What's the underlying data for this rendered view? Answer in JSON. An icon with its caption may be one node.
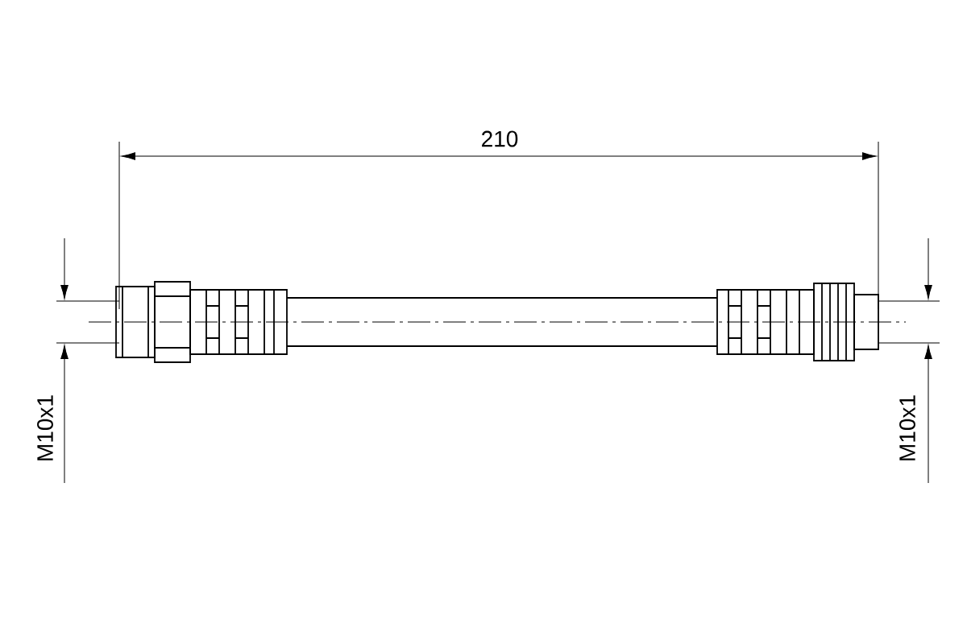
{
  "diagram": {
    "labels": [
      "210",
      "M10x1",
      "M10x1"
    ]
  }
}
